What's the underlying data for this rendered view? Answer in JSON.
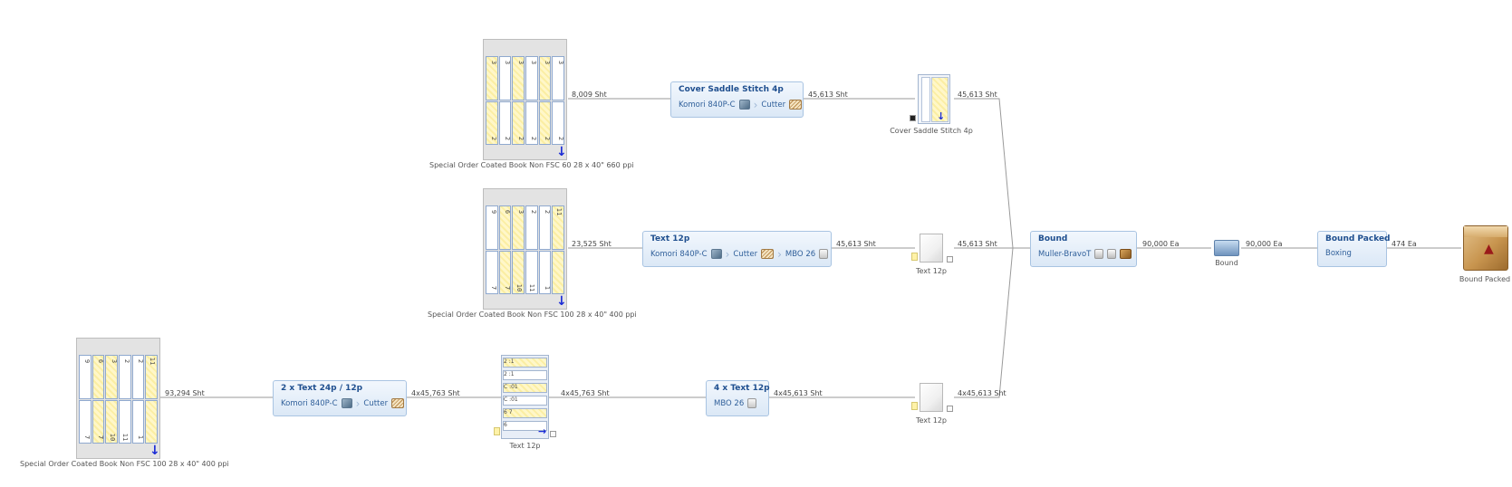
{
  "stock_sheets": {
    "cover": {
      "caption": "Special Order Coated Book Non FSC 60 28 x 40\" 660 ppi",
      "cells": [
        "3",
        "3",
        "3",
        "3",
        "3",
        "3",
        "2",
        "2",
        "2",
        "2",
        "2",
        "2"
      ]
    },
    "text_mid": {
      "caption": "Special Order Coated Book Non FSC 100 28 x 40\" 400 ppi",
      "cells": [
        "9",
        "6",
        "3",
        "2",
        "2",
        "11",
        "7",
        "7",
        "10",
        "11",
        "1",
        ""
      ]
    },
    "text_low": {
      "caption": "Special Order Coated Book Non FSC 100 28 x 40\" 400 ppi",
      "cells": [
        "9",
        "6",
        "3",
        "2",
        "2",
        "11",
        "7",
        "7",
        "10",
        "11",
        "1",
        ""
      ]
    }
  },
  "edges": {
    "e1": "8,009 Sht",
    "e2": "45,613 Sht",
    "e3": "45,613 Sht",
    "e4": "23,525 Sht",
    "e5": "45,613 Sht",
    "e6": "45,613 Sht",
    "e7": "93,294 Sht",
    "e8": "4x45,763 Sht",
    "e9": "4x45,763 Sht",
    "e10": "4x45,613 Sht",
    "e11": "4x45,613 Sht",
    "e12": "90,000 Ea",
    "e13": "90,000 Ea",
    "e14": "474 Ea"
  },
  "processes": {
    "cover_saddle": {
      "title": "Cover Saddle Stitch 4p",
      "steps": [
        "Komori 840P-C",
        "Cutter"
      ]
    },
    "text12": {
      "title": "Text 12p",
      "steps": [
        "Komori 840P-C",
        "Cutter",
        "MBO 26"
      ]
    },
    "text24": {
      "title": "2 x Text 24p / 12p",
      "steps": [
        "Komori 840P-C",
        "Cutter"
      ]
    },
    "fold4": {
      "title": "4 x Text 12p",
      "steps": [
        "MBO 26"
      ]
    },
    "bound": {
      "title": "Bound",
      "steps": [
        "Muller-BravoT"
      ]
    },
    "bound_packed": {
      "title": "Bound Packed",
      "steps": [
        "Boxing"
      ]
    }
  },
  "components": {
    "cover": "Cover Saddle Stitch 4p",
    "text_mid": "Text 12p",
    "text_mid_sheet": "Text 12p",
    "text_low": "Text 12p",
    "bound": "Bound",
    "bound_packed": "Bound Packed"
  },
  "mini_sheet_rows": [
    "2 :1",
    "2 :1",
    "C :01",
    "C :01",
    "6 7",
    "6"
  ],
  "icons": {
    "press": "press-icon",
    "cutter": "cutter-icon",
    "folder": "folder-machine-icon",
    "stitcher": "stitcher-icon",
    "boxing": "box-icon",
    "down_arrow": "↓",
    "right_arrow": "→"
  },
  "colors": {
    "box_border": "#a9c4e2",
    "title_text": "#1f4f8f",
    "arrow_blue": "#1a2bd6",
    "edge": "#9a9a9a"
  }
}
